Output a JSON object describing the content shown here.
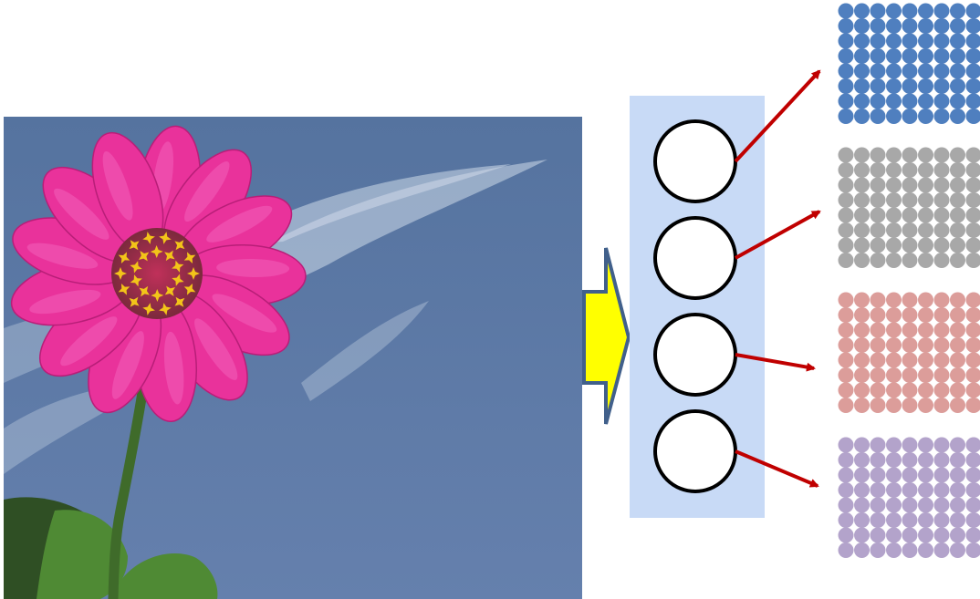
{
  "input_image": {
    "subject": "pink-flower-photo",
    "colors": {
      "sky_top": "#55739f",
      "sky_bottom": "#6580ad",
      "cloud": "#e6edf6",
      "petal": "#e9329b",
      "petal_dark": "#b81e78",
      "petal_light": "#f46ac0",
      "center_ring": "#7b2a3c",
      "stamen": "#f2c419",
      "stem": "#3f6b2a",
      "leaf": "#4f8a34",
      "leaf_dark": "#2f4f24"
    }
  },
  "arrow": {
    "fill": "#ffff00",
    "stroke": "#41608b"
  },
  "network": {
    "panel_color": "#c8daf6",
    "node_count": 4,
    "node_fill": "#ffffff",
    "node_stroke": "#000000"
  },
  "connector_color": "#c00000",
  "feature_maps": [
    {
      "name": "feature-map-blue",
      "color": "#4f7fbf",
      "rows": 8,
      "cols": 9
    },
    {
      "name": "feature-map-gray",
      "color": "#a8a8a8",
      "rows": 8,
      "cols": 9
    },
    {
      "name": "feature-map-red",
      "color": "#dc9d9a",
      "rows": 8,
      "cols": 9
    },
    {
      "name": "feature-map-purple",
      "color": "#b3a3cb",
      "rows": 8,
      "cols": 9
    }
  ]
}
